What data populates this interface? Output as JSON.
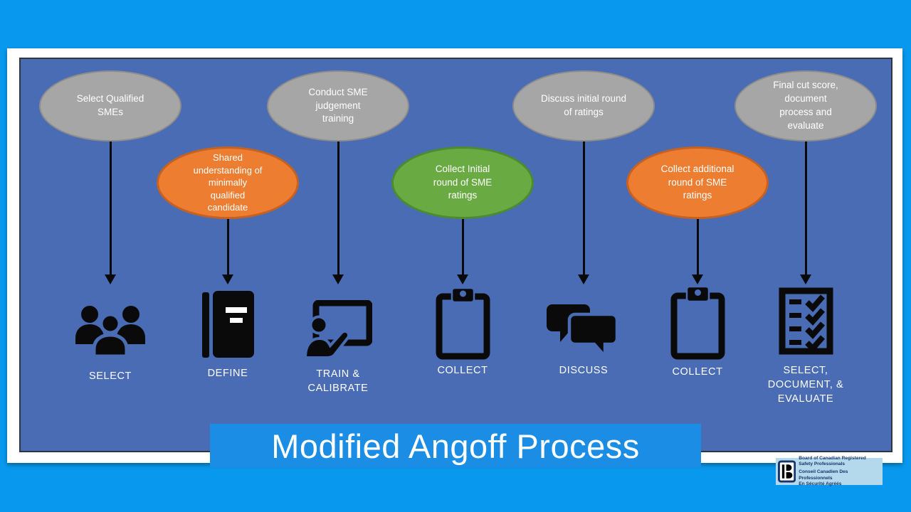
{
  "title": {
    "text": "Modified Angoff Process"
  },
  "steps": [
    {
      "bubble": "Select Qualified SMEs",
      "bubble_color": "gray",
      "label": "SELECT",
      "icon": "people-group"
    },
    {
      "bubble": "Shared understanding of minimally qualified candidate",
      "bubble_color": "orange",
      "label": "DEFINE",
      "icon": "notebook"
    },
    {
      "bubble": "Conduct SME judgement training",
      "bubble_color": "gray",
      "label": "TRAIN & CALIBRATE",
      "icon": "presenter-whiteboard"
    },
    {
      "bubble": "Collect Initial round of SME ratings",
      "bubble_color": "green",
      "label": "COLLECT",
      "icon": "clipboard"
    },
    {
      "bubble": "Discuss initial round of ratings",
      "bubble_color": "gray",
      "label": "DISCUSS",
      "icon": "speech-bubbles"
    },
    {
      "bubble": "Collect additional round of SME ratings",
      "bubble_color": "orange",
      "label": "COLLECT",
      "icon": "clipboard"
    },
    {
      "bubble": "Final cut score, document process and evaluate",
      "bubble_color": "gray",
      "label": "SELECT, DOCUMENT, & EVALUATE",
      "icon": "checklist"
    }
  ],
  "footer": {
    "logo": {
      "en_line1": "Board of Canadian Registered",
      "en_line2": "Safety Professionals",
      "fr_line1": "Conseil Canadien Des Professionnels",
      "fr_line2": "En Sécurité Agréés"
    }
  },
  "colors": {
    "page-bg": "#0899ee",
    "panel-bg": "#4a6cb5",
    "panel-border": "#2e3440",
    "bubble-gray": "#a6a6a6",
    "bubble-gray-border": "#8c8c8c",
    "bubble-orange": "#ed7d31",
    "bubble-orange-border": "#c7611f",
    "bubble-green": "#6aaa43",
    "bubble-green-border": "#4e8a30",
    "banner-bg": "#1b8de4",
    "icon-black": "#0a0a0a",
    "logo-bg": "#b5d9ec",
    "logo-navy": "#17356b",
    "text-white": "#ffffff"
  }
}
